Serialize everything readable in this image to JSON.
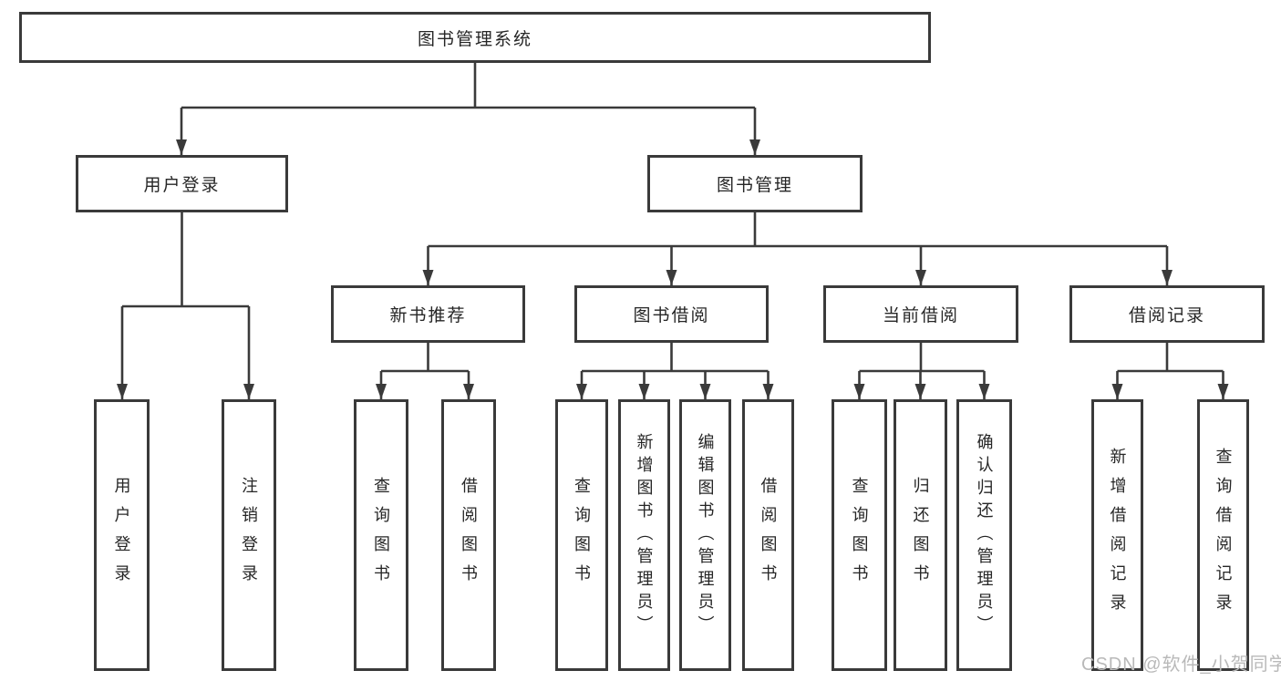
{
  "tree": {
    "root": {
      "label": "图书管理系统"
    },
    "level2": [
      {
        "label": "用户登录"
      },
      {
        "label": "图书管理"
      }
    ],
    "level3": [
      {
        "label": "新书推荐"
      },
      {
        "label": "图书借阅"
      },
      {
        "label": "当前借阅"
      },
      {
        "label": "借阅记录"
      }
    ],
    "leaves": {
      "user_login": [
        "用户登录",
        "注销登录"
      ],
      "new_book": [
        "查询图书",
        "借阅图书"
      ],
      "book_borrow": [
        "查询图书",
        "新增图书（管理员）",
        "编辑图书（管理员）",
        "借阅图书"
      ],
      "current_borrow": [
        "查询图书",
        "归还图书",
        "确认归还（管理员）"
      ],
      "borrow_records": [
        "新增借阅记录",
        "查询借阅记录"
      ]
    }
  },
  "watermark": {
    "text": "CSDN @软件_小贺同学"
  },
  "colors": {
    "line": "#3a3a3a",
    "box_border": "#3a3a3a",
    "text": "#262626",
    "watermark": "#b9b9b9",
    "background": "#ffffff"
  }
}
